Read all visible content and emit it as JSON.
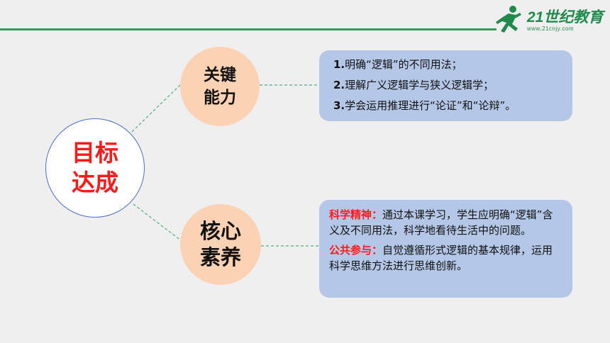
{
  "logo": {
    "text": "21世纪教育",
    "subtext": "www.21cnjy.com",
    "accent": "#1f8a4c"
  },
  "center": {
    "line1": "目标",
    "line2": "达成"
  },
  "nodes": [
    {
      "line1": "关键",
      "line2": "能力"
    },
    {
      "line1": "核心",
      "line2": "素养"
    }
  ],
  "abilities": [
    {
      "num": "1.",
      "text": "明确“逻辑”的不同用法；"
    },
    {
      "num": "2.",
      "text": "理解广义逻辑学与狭义逻辑学；"
    },
    {
      "num": "3.",
      "text": "学会运用推理进行“论证”和“论辩”。"
    }
  ],
  "literacy": [
    {
      "label": "科学精神：",
      "text": "通过本课学习，学生应明确“逻辑”含义及不同用法，科学地看待生活中的问题。"
    },
    {
      "label": "公共参与：",
      "text": "自觉遵循形式逻辑的基本规律，运用科学思维方法进行思维创新。"
    }
  ],
  "colors": {
    "title_red": "#ff1a1a",
    "node_fill": "#fbd2b4",
    "box_fill": "#b4c7e7",
    "connector": "#4caf7a",
    "main_border": "#4a6fc8"
  }
}
